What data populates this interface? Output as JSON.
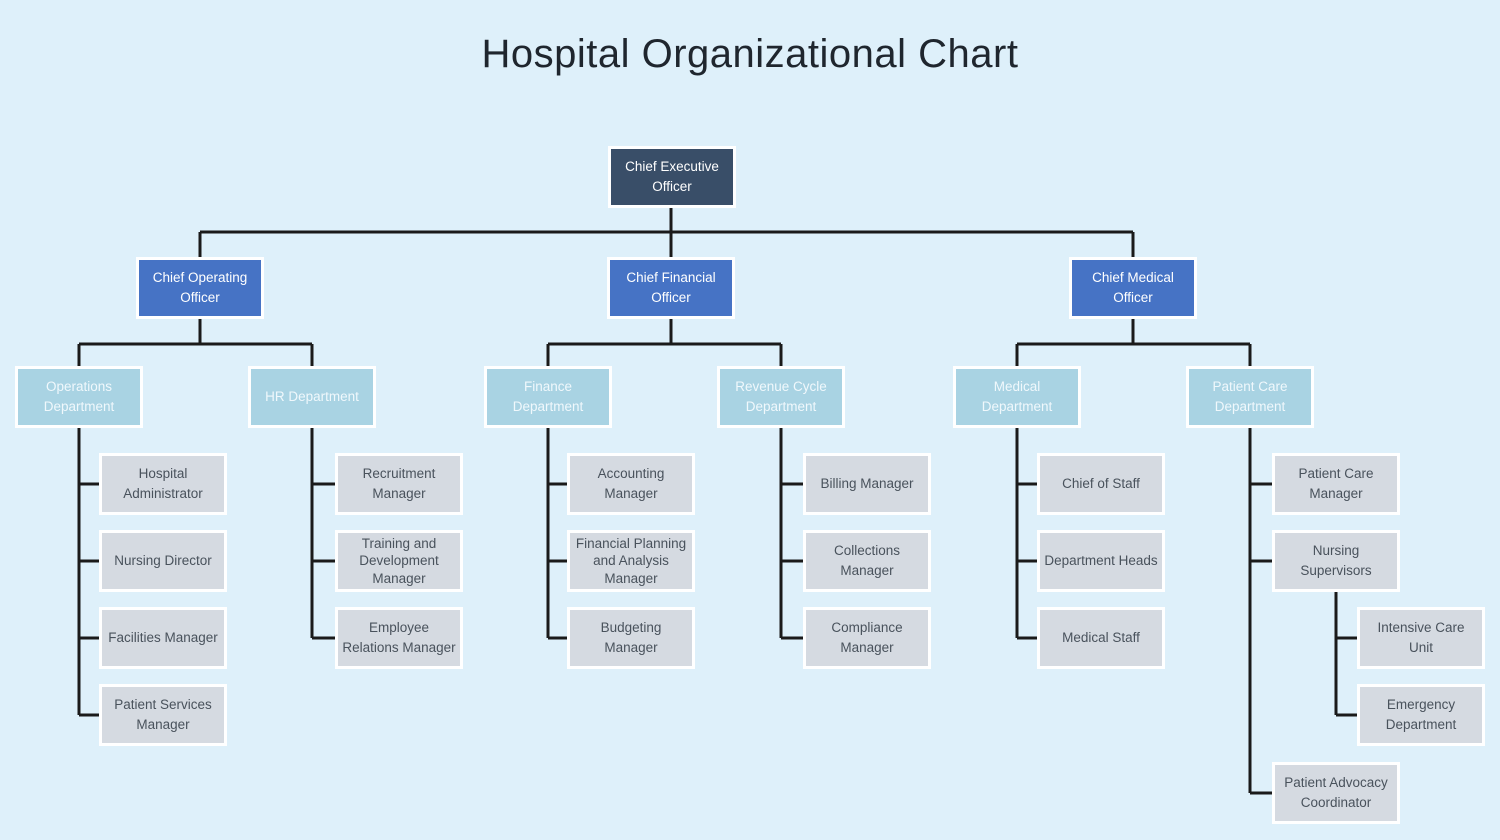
{
  "title": "Hospital Organizational Chart",
  "palette": {
    "background": "#def0fa",
    "ceo_fill": "#394e68",
    "executive_fill": "#4673c5",
    "department_fill": "#a9d3e3",
    "staff_fill": "#d5dae1",
    "staff_text": "#49525c",
    "line_color": "#1a1a1a",
    "title_color": "#1f262e"
  },
  "org": {
    "root": {
      "label": "Chief Executive Officer",
      "children": [
        {
          "label": "Chief Operating Officer",
          "children": [
            {
              "label": "Operations Department",
              "children": [
                {
                  "label": "Hospital Administrator"
                },
                {
                  "label": "Nursing Director"
                },
                {
                  "label": "Facilities Manager"
                },
                {
                  "label": "Patient Services Manager"
                }
              ]
            },
            {
              "label": "HR Department",
              "children": [
                {
                  "label": "Recruitment Manager"
                },
                {
                  "label": "Training and Development Manager"
                },
                {
                  "label": "Employee Relations Manager"
                }
              ]
            }
          ]
        },
        {
          "label": "Chief Financial Officer",
          "children": [
            {
              "label": "Finance Department",
              "children": [
                {
                  "label": "Accounting Manager"
                },
                {
                  "label": "Financial Planning and Analysis Manager"
                },
                {
                  "label": "Budgeting Manager"
                }
              ]
            },
            {
              "label": "Revenue Cycle Department",
              "children": [
                {
                  "label": "Billing Manager"
                },
                {
                  "label": "Collections Manager"
                },
                {
                  "label": "Compliance Manager"
                }
              ]
            }
          ]
        },
        {
          "label": "Chief Medical Officer",
          "children": [
            {
              "label": "Medical Department",
              "children": [
                {
                  "label": "Chief of Staff"
                },
                {
                  "label": "Department Heads"
                },
                {
                  "label": "Medical Staff"
                }
              ]
            },
            {
              "label": "Patient Care Department",
              "children": [
                {
                  "label": "Patient Care Manager"
                },
                {
                  "label": "Nursing Supervisors",
                  "children": [
                    {
                      "label": "Intensive Care Unit"
                    },
                    {
                      "label": "Emergency Department"
                    }
                  ]
                },
                {
                  "label": "Patient Advocacy Coordinator"
                }
              ]
            }
          ]
        }
      ]
    }
  }
}
